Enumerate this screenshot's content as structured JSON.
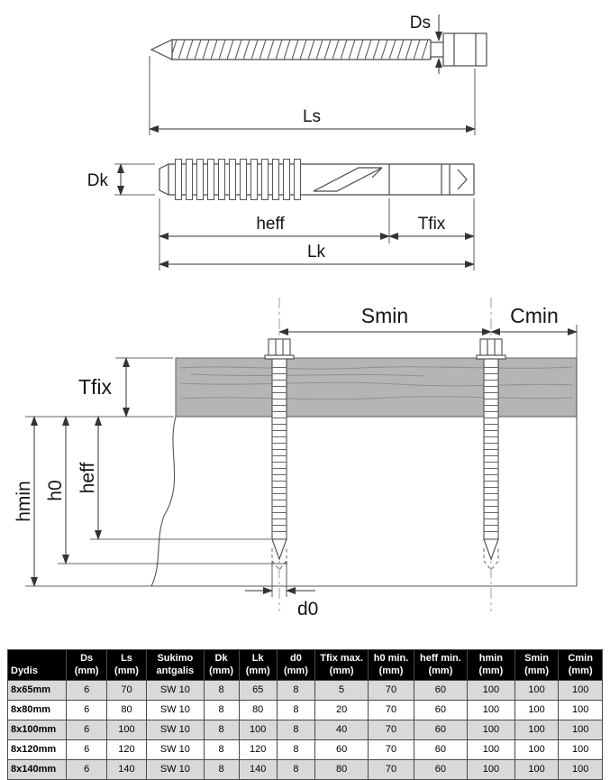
{
  "diagrams": {
    "screw": {
      "ds": "Ds",
      "ls": "Ls"
    },
    "anchor": {
      "dk": "Dk",
      "heff": "heff",
      "tfix": "Tfix",
      "lk": "Lk"
    },
    "installation": {
      "smin": "Smin",
      "cmin": "Cmin",
      "tfix": "Tfix",
      "hmin": "hmin",
      "h0": "h0",
      "heff": "heff",
      "d0": "d0"
    }
  },
  "table": {
    "header": {
      "dydis": "Dydis",
      "columns": [
        {
          "name": "Ds",
          "unit": "(mm)"
        },
        {
          "name": "Ls",
          "unit": "(mm)"
        },
        {
          "name": "Sukimo",
          "unit": "antgalis"
        },
        {
          "name": "Dk",
          "unit": "(mm)"
        },
        {
          "name": "Lk",
          "unit": "(mm)"
        },
        {
          "name": "d0",
          "unit": "(mm)"
        },
        {
          "name": "Tfix max.",
          "unit": "(mm)"
        },
        {
          "name": "h0 min.",
          "unit": "(mm)"
        },
        {
          "name": "heff min.",
          "unit": "(mm)"
        },
        {
          "name": "hmin",
          "unit": "(mm)"
        },
        {
          "name": "Smin",
          "unit": "(mm)"
        },
        {
          "name": "Cmin",
          "unit": "(mm)"
        }
      ]
    },
    "rows": [
      {
        "dydis": "8x65mm",
        "values": [
          "6",
          "70",
          "SW 10",
          "8",
          "65",
          "8",
          "5",
          "70",
          "60",
          "100",
          "100",
          "100"
        ]
      },
      {
        "dydis": "8x80mm",
        "values": [
          "6",
          "80",
          "SW 10",
          "8",
          "80",
          "8",
          "20",
          "70",
          "60",
          "100",
          "100",
          "100"
        ]
      },
      {
        "dydis": "8x100mm",
        "values": [
          "6",
          "100",
          "SW 10",
          "8",
          "100",
          "8",
          "40",
          "70",
          "60",
          "100",
          "100",
          "100"
        ]
      },
      {
        "dydis": "8x120mm",
        "values": [
          "6",
          "120",
          "SW 10",
          "8",
          "120",
          "8",
          "60",
          "70",
          "60",
          "100",
          "100",
          "100"
        ]
      },
      {
        "dydis": "8x140mm",
        "values": [
          "6",
          "140",
          "SW 10",
          "8",
          "140",
          "8",
          "80",
          "70",
          "60",
          "100",
          "100",
          "100"
        ]
      }
    ]
  }
}
